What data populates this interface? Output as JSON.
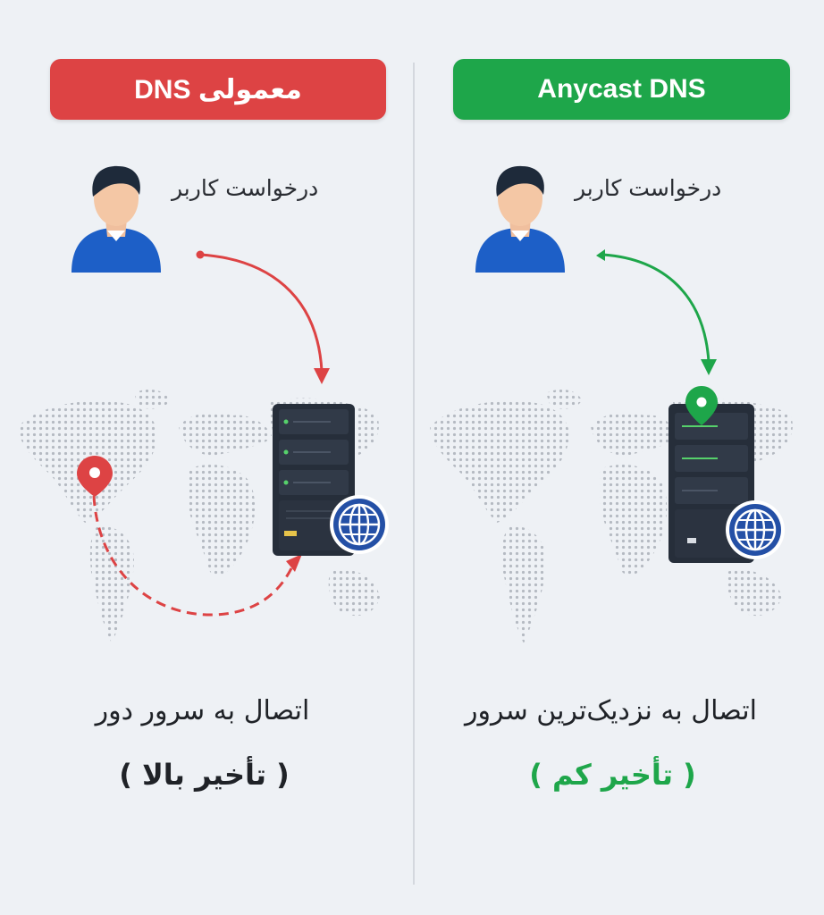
{
  "colors": {
    "red": "#dd4344",
    "green": "#1ea64a",
    "background": "#eef1f5",
    "globe_blue": "#2450a6"
  },
  "left_panel": {
    "title": "DNS معمولی",
    "user_label": "درخواست کاربر",
    "caption": "اتصال به سرور دور",
    "latency": "( تأخیر بالا )",
    "icons": [
      "user-icon",
      "server-icon",
      "globe-icon",
      "location-pin-icon",
      "world-map"
    ]
  },
  "right_panel": {
    "title": "Anycast DNS",
    "user_label": "درخواست کاربر",
    "caption": "اتصال به نزدیک‌ترین سرور",
    "latency": "( تأخیر کم )",
    "icons": [
      "user-icon",
      "server-icon",
      "globe-icon",
      "location-pin-icon",
      "world-map"
    ]
  }
}
